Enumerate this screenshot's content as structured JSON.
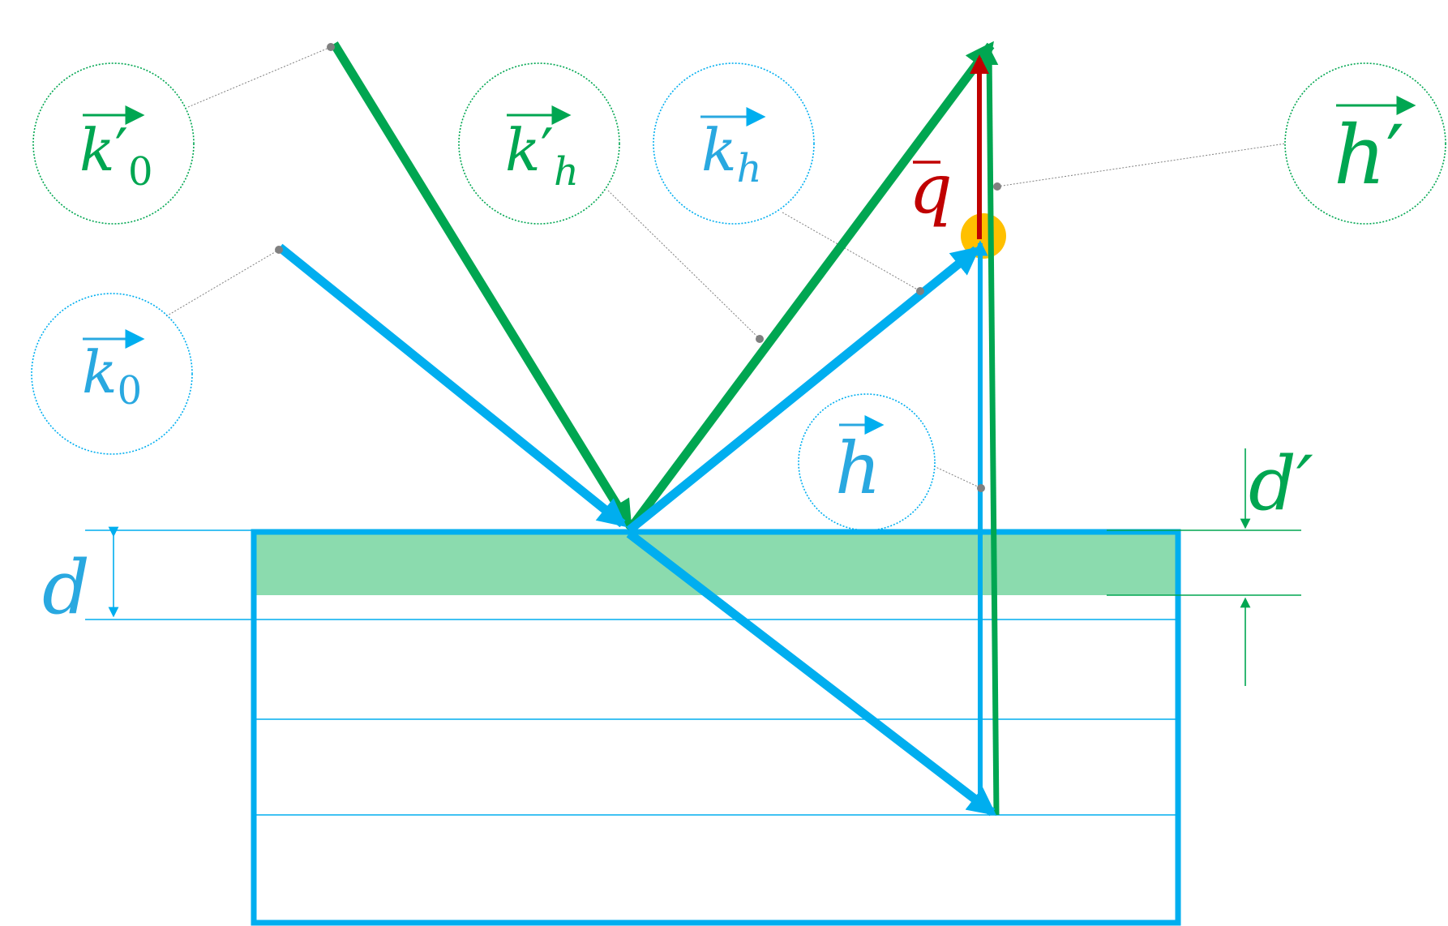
{
  "colors": {
    "blue": "#00AEEF",
    "blue_text": "#29A8E0",
    "green": "#00A651",
    "green_band": "#8BDBAE",
    "red": "#C00000",
    "yellow": "#FFC000",
    "leader": "#808080"
  },
  "labels": {
    "k0_prime": {
      "base": "k",
      "prime": "′",
      "sub": "0"
    },
    "k0": {
      "base": "k",
      "prime": "",
      "sub": "0"
    },
    "kh_prime": {
      "base": "k",
      "prime": "′",
      "sub": "h"
    },
    "kh": {
      "base": "k",
      "prime": "",
      "sub": "h"
    },
    "h_prime": {
      "base": "h",
      "prime": "′"
    },
    "h": {
      "base": "h"
    },
    "q": {
      "base": "q"
    },
    "d": "d",
    "d_prime": "d′"
  }
}
